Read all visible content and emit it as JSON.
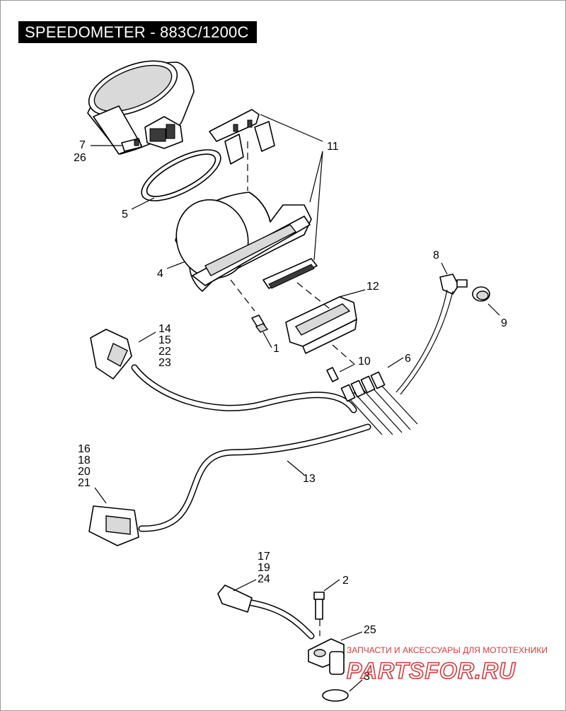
{
  "title": "SPEEDOMETER - 883C/1200C",
  "callouts": {
    "c7_26": [
      "7",
      "26"
    ],
    "c5": "5",
    "c4": "4",
    "c11": "11",
    "c12": "12",
    "c1": "1",
    "c8": "8",
    "c9": "9",
    "c6": "6",
    "c10": "10",
    "c14_23": [
      "14",
      "15",
      "22",
      "23"
    ],
    "c16_21": [
      "16",
      "18",
      "20",
      "21"
    ],
    "c13": "13",
    "c17_24": [
      "17",
      "19",
      "24"
    ],
    "c2": "2",
    "c25": "25",
    "c3": "3"
  },
  "watermark": {
    "line1": "ЗАПЧАСТИ И АКСЕССУАРЫ ДЛЯ МОТОТЕХНИКИ",
    "line2": "PARTSFOR.RU",
    "color": "#d23b3b"
  }
}
